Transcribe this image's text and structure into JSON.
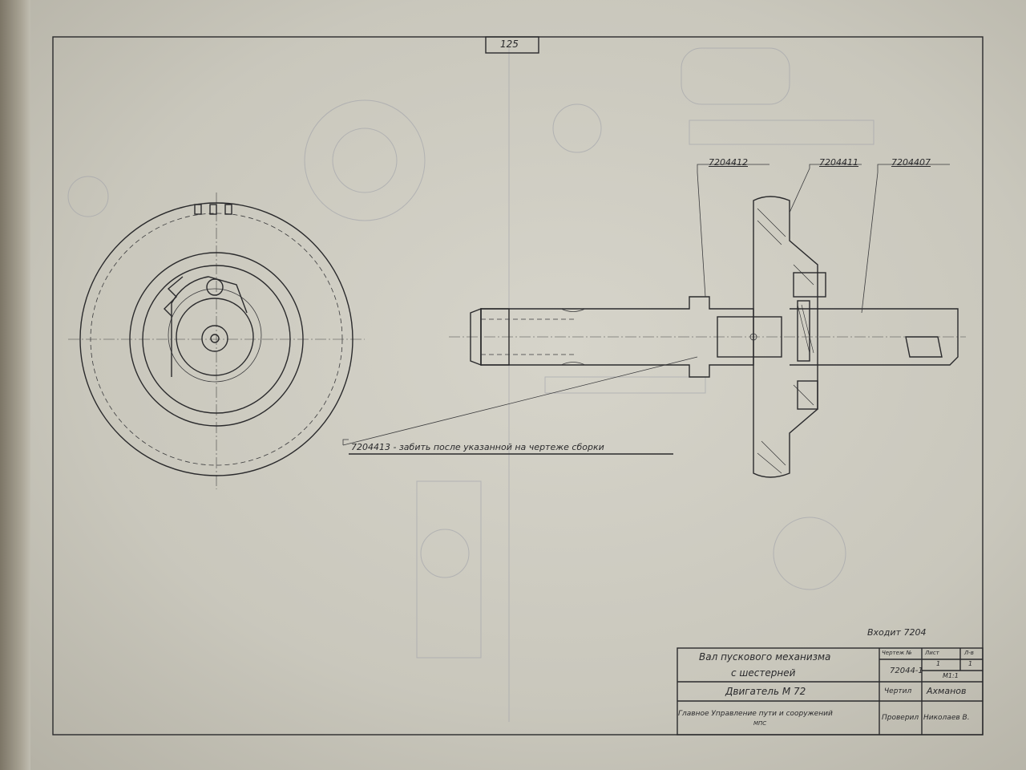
{
  "sheet_number": "125",
  "callouts": {
    "part_12": "7204412",
    "part_11": "7204411",
    "part_07": "7204407",
    "note": "7204413 - забить после указанной на чертеже сборки"
  },
  "enters_into": "Входит 7204",
  "title_block": {
    "title_line1": "Вал пускового механизма",
    "title_line2": "с шестерней",
    "engine": "Двигатель М 72",
    "organization": "Главное Управление пути и сооружений",
    "organization_sub": "МПС",
    "drawing_no_label": "Чертеж №",
    "drawing_no": "72044-1",
    "sheet_label": "Лист",
    "sheets_label": "Л-в",
    "sheet": "1",
    "sheets": "1",
    "scale": "М1:1",
    "drawn_label": "Чертил",
    "drawn_by": "Ахманов",
    "checked_label": "Проверил",
    "checked_by": "Николаев В."
  }
}
